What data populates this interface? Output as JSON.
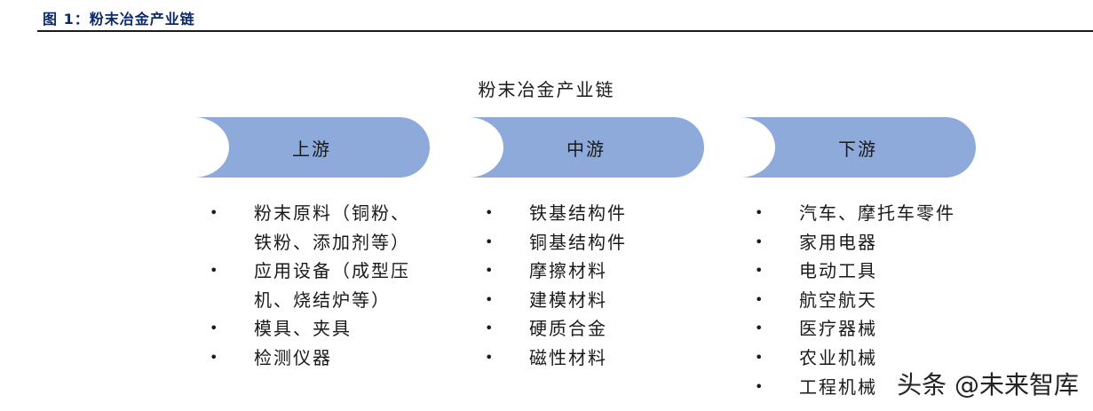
{
  "header": {
    "figure_title": "图 1：粉末冶金产业链"
  },
  "diagram": {
    "title": "粉末冶金产业链",
    "stages": [
      {
        "label": "上游",
        "items": [
          "粉末原料（铜粉、铁粉、添加剂等）",
          "应用设备（成型压机、烧结炉等）",
          "模具、夹具",
          "检测仪器"
        ]
      },
      {
        "label": "中游",
        "items": [
          "铁基结构件",
          "铜基结构件",
          "摩擦材料",
          "建模材料",
          "硬质合金",
          "磁性材料"
        ]
      },
      {
        "label": "下游",
        "items": [
          "汽车、摩托车零件",
          "家用电器",
          "电动工具",
          "航空航天",
          "医疗器械",
          "农业机械",
          "工程机械"
        ]
      }
    ],
    "colors": {
      "stage_fill": "#8eaadb",
      "header_text": "#0b2a6b"
    }
  },
  "watermark": "头条 @未来智库"
}
